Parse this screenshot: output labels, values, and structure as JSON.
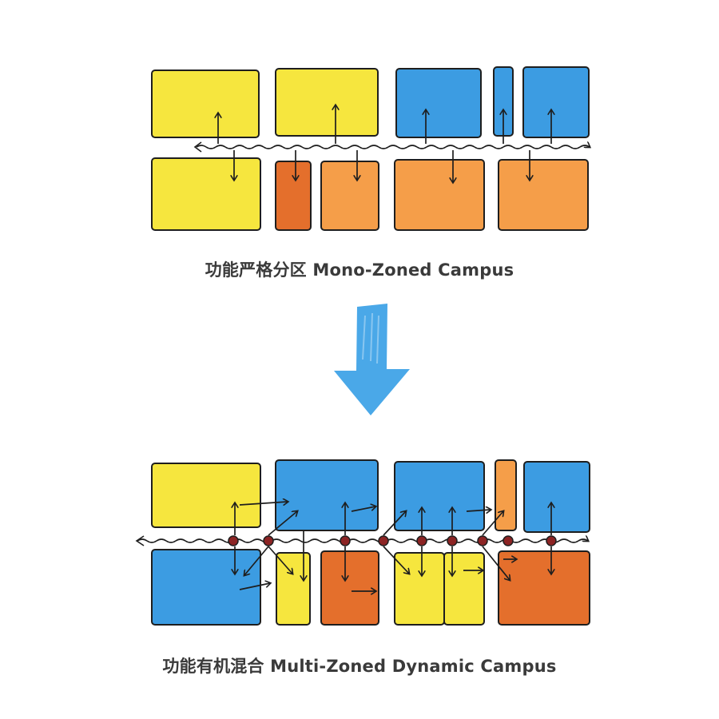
{
  "colors": {
    "yellow": "#f5e42e",
    "blue": "#2b94df",
    "orange_light": "#f4963a",
    "orange_dark": "#e2631a",
    "ink": "#1e1e1e",
    "node": "#8c2424",
    "down_arrow": "#4aa8e8",
    "caption": "#3a3a3a"
  },
  "diagrams": {
    "mono_zoned": {
      "caption": "功能严格分区 Mono-Zoned Campus",
      "top_row_zones": [
        "yellow",
        "yellow",
        "blue",
        "blue",
        "blue"
      ],
      "bottom_row_zones": [
        "yellow",
        "orange_dark",
        "orange_light",
        "orange_light",
        "orange_light"
      ]
    },
    "multi_zoned": {
      "caption": "功能有机混合 Multi-Zoned Dynamic Campus",
      "top_row_zones": [
        "yellow",
        "blue",
        "blue",
        "orange_light",
        "blue"
      ],
      "bottom_row_zones": [
        "blue",
        "yellow",
        "orange_dark",
        "yellow",
        "yellow",
        "orange_dark"
      ]
    }
  },
  "transition_icon": "down-arrow-icon"
}
